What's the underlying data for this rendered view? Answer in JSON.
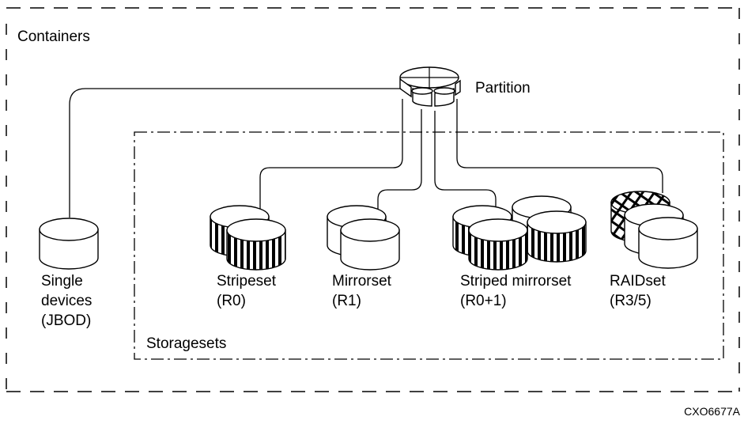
{
  "containers_label": "Containers",
  "storagesets_label": "Storagesets",
  "partition_label": "Partition",
  "figure_id": "CXO6677A",
  "nodes": {
    "single": {
      "line1": "Single",
      "line2": "devices",
      "line3": "(JBOD)"
    },
    "stripeset": {
      "line1": "Stripeset",
      "line2": "(R0)"
    },
    "mirrorset": {
      "line1": "Mirrorset",
      "line2": "(R1)"
    },
    "striped_mirrorset": {
      "line1": "Striped mirrorset",
      "line2": "(R0+1)"
    },
    "raidset": {
      "line1": "RAIDset",
      "line2": "(R3/5)"
    }
  }
}
